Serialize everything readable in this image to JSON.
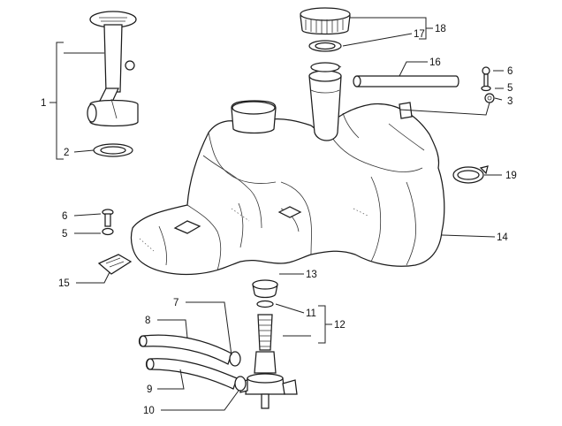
{
  "labels": {
    "l1": "1",
    "l2": "2",
    "l3": "3",
    "l5a": "5",
    "l5b": "5",
    "l6a": "6",
    "l6b": "6",
    "l7": "7",
    "l8": "8",
    "l9": "9",
    "l10": "10",
    "l11": "11",
    "l12": "12",
    "l13": "13",
    "l14": "14",
    "l15": "15",
    "l16": "16",
    "l17": "17",
    "l18": "18",
    "l19": "19"
  },
  "parts": {
    "fuel_gauge_sender": "fuel-gauge-sender",
    "sender_gasket": "sender-gasket",
    "filler_cap": "filler-cap",
    "cap_gasket": "cap-gasket",
    "filler_neck": "filler-neck",
    "breather_hose": "breather-hose",
    "fuel_tank": "fuel-tank",
    "hose_clamp": "hose-clamp",
    "fuel_cock": "fuel-cock"
  }
}
